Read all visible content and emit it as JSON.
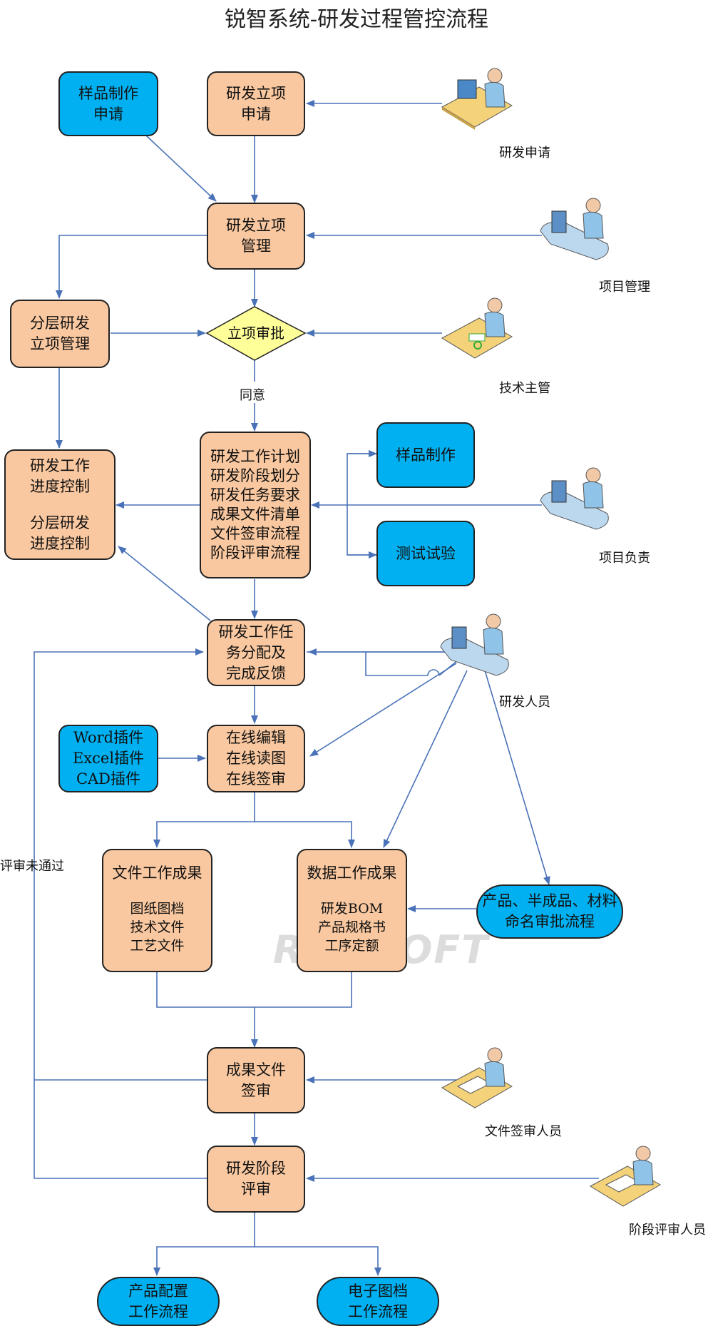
{
  "title": "锐智系统-研发过程管控流程",
  "nodes": {
    "sample_request": [
      "样品制作",
      "申请"
    ],
    "rd_request": [
      "研发立项",
      "申请"
    ],
    "rd_manage": [
      "研发立项",
      "管理"
    ],
    "layer_manage": [
      "分层研发",
      "立项管理"
    ],
    "approval": "立项审批",
    "progress": [
      "研发工作",
      "进度控制",
      "分层研发",
      "进度控制"
    ],
    "plan": [
      "研发工作计划",
      "研发阶段划分",
      "研发任务要求",
      "成果文件清单",
      "文件签审流程",
      "阶段评审流程"
    ],
    "sample_make": "样品制作",
    "test": "测试试验",
    "task": [
      "研发工作任",
      "务分配及",
      "完成反馈"
    ],
    "plugins": [
      "Word插件",
      "Excel插件",
      "CAD插件"
    ],
    "online": [
      "在线编辑",
      "在线读图",
      "在线签审"
    ],
    "doc_result": {
      "title": "文件工作成果",
      "items": [
        "图纸图档",
        "技术文件",
        "工艺文件"
      ]
    },
    "data_result": {
      "title": "数据工作成果",
      "items": [
        "研发BOM",
        "产品规格书",
        "工序定额"
      ]
    },
    "naming": [
      "产品、半成品、材料",
      "命名审批流程"
    ],
    "sign_review": [
      "成果文件",
      "签审"
    ],
    "stage_review": [
      "研发阶段",
      "评审"
    ],
    "product_config": [
      "产品配置",
      "工作流程"
    ],
    "e_doc": [
      "电子图档",
      "工作流程"
    ]
  },
  "roles": {
    "rd_apply": "研发申请",
    "project_mgmt": "项目管理",
    "tech_lead": "技术主管",
    "project_owner": "项目负责",
    "rd_staff": "研发人员",
    "doc_signer": "文件签审人员",
    "stage_reviewer": "阶段评审人员"
  },
  "edge_labels": {
    "agree": "同意",
    "review_failed": "评审未通过"
  },
  "watermark": "RUNSOFT",
  "colors": {
    "orange": "#f9c8a0",
    "blue": "#00b0f0",
    "diamond": "#ffff99",
    "arrow": "#4a72b8"
  }
}
